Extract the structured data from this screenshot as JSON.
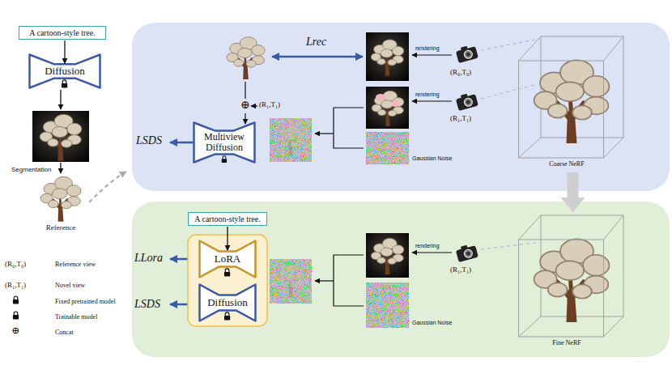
{
  "diagram": {
    "nodes": [
      {
        "text": [
          "A cartoon-style tree."
        ]
      },
      {
        "text": [
          "Diffusion"
        ]
      },
      {
        "text": [
          "Reference"
        ]
      },
      {
        "text": [
          "Multiview Diffusion"
        ]
      },
      {
        "text": [
          "Coarse NeRF"
        ]
      },
      {
        "text": [
          "A cartoon-style tree."
        ]
      },
      {
        "text": [
          "LoRA"
        ]
      },
      {
        "text": [
          "Diffusion"
        ]
      },
      {
        "text": [
          "Fine NeRF"
        ]
      }
    ],
    "edges": [
      {
        "from": 0,
        "to": 1,
        "arrow": "to"
      },
      {
        "from": 5,
        "to": 6,
        "arrow": "to"
      },
      {
        "from": 4,
        "to": 8,
        "arrow": "to"
      }
    ],
    "labels": [
      "Segmentation",
      "(R₀,T₀)",
      "(R₁,T₁)",
      "⊕",
      "Lrec",
      "rendering",
      "(R₀,T₀)",
      "⊕",
      "(R₁,T₁)",
      "LSDS",
      "rendering",
      "(R₁,T₁)",
      "Gaussian Noise",
      "LLora",
      "LSDS",
      "rendering",
      "(R₁,T₁)",
      "Gaussian Noise"
    ],
    "legend": [
      {
        "text": "Reference view"
      },
      {
        "text": "Novel view"
      },
      {
        "text": "Fixed pretrained model"
      },
      {
        "text": "Trainable model"
      },
      {
        "text": "Concat"
      }
    ]
  }
}
